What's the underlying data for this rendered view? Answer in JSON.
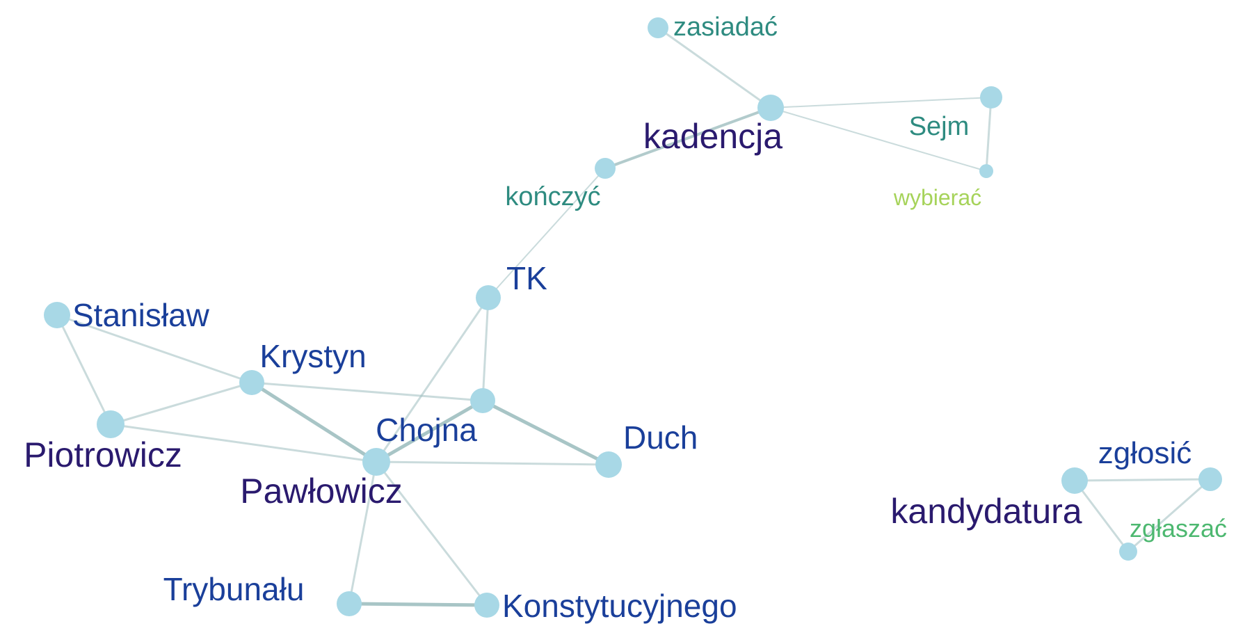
{
  "colors": {
    "node": "#a8d8e6",
    "edge": "#9fbfc0",
    "label_dark": "#2a1a6e",
    "label_blue": "#1a3f9a",
    "label_teal": "#2e8b80",
    "label_green": "#4db870",
    "label_lime": "#a6d35a"
  },
  "nodes": [
    {
      "id": "zasiadac",
      "label": "zasiadać",
      "tone": "teal"
    },
    {
      "id": "kadencja",
      "label": "kadencja",
      "tone": "dark"
    },
    {
      "id": "sejm",
      "label": "Sejm",
      "tone": "teal"
    },
    {
      "id": "wybierac",
      "label": "wybierać",
      "tone": "lime"
    },
    {
      "id": "konczyc",
      "label": "kończyć",
      "tone": "teal"
    },
    {
      "id": "tk",
      "label": "TK",
      "tone": "blue"
    },
    {
      "id": "stanislaw",
      "label": "Stanisław",
      "tone": "blue"
    },
    {
      "id": "krystyn",
      "label": "Krystyn",
      "tone": "blue"
    },
    {
      "id": "piotrowicz",
      "label": "Piotrowicz",
      "tone": "dark"
    },
    {
      "id": "chojna",
      "label": "Chojna",
      "tone": "blue"
    },
    {
      "id": "pawlowicz",
      "label": "Pawłowicz",
      "tone": "dark"
    },
    {
      "id": "duch",
      "label": "Duch",
      "tone": "blue"
    },
    {
      "id": "trybunalu",
      "label": "Trybunału",
      "tone": "blue"
    },
    {
      "id": "konstytucyjnego",
      "label": "Konstytucyjnego",
      "tone": "blue"
    },
    {
      "id": "kandydatura",
      "label": "kandydatura",
      "tone": "dark"
    },
    {
      "id": "zglosic",
      "label": "zgłosić",
      "tone": "blue"
    },
    {
      "id": "zglaszac",
      "label": "zgłaszać",
      "tone": "green"
    }
  ],
  "edges": [
    {
      "source": "zasiadac",
      "target": "kadencja",
      "weight": 3
    },
    {
      "source": "kadencja",
      "target": "sejm",
      "weight": 2
    },
    {
      "source": "kadencja",
      "target": "wybierac",
      "weight": 2
    },
    {
      "source": "sejm",
      "target": "wybierac",
      "weight": 3
    },
    {
      "source": "kadencja",
      "target": "konczyc",
      "weight": 4
    },
    {
      "source": "konczyc",
      "target": "tk",
      "weight": 2
    },
    {
      "source": "tk",
      "target": "chojna",
      "weight": 3
    },
    {
      "source": "tk",
      "target": "pawlowicz",
      "weight": 3
    },
    {
      "source": "stanislaw",
      "target": "krystyn",
      "weight": 3
    },
    {
      "source": "stanislaw",
      "target": "piotrowicz",
      "weight": 3
    },
    {
      "source": "krystyn",
      "target": "piotrowicz",
      "weight": 3
    },
    {
      "source": "krystyn",
      "target": "chojna",
      "weight": 3
    },
    {
      "source": "krystyn",
      "target": "pawlowicz",
      "weight": 5
    },
    {
      "source": "piotrowicz",
      "target": "pawlowicz",
      "weight": 3
    },
    {
      "source": "chojna",
      "target": "pawlowicz",
      "weight": 5
    },
    {
      "source": "chojna",
      "target": "duch",
      "weight": 5
    },
    {
      "source": "pawlowicz",
      "target": "duch",
      "weight": 3
    },
    {
      "source": "pawlowicz",
      "target": "trybunalu",
      "weight": 3
    },
    {
      "source": "pawlowicz",
      "target": "konstytucyjnego",
      "weight": 3
    },
    {
      "source": "trybunalu",
      "target": "konstytucyjnego",
      "weight": 5
    },
    {
      "source": "kandydatura",
      "target": "zglosic",
      "weight": 3
    },
    {
      "source": "kandydatura",
      "target": "zglaszac",
      "weight": 3
    },
    {
      "source": "zglosic",
      "target": "zglaszac",
      "weight": 3
    }
  ]
}
